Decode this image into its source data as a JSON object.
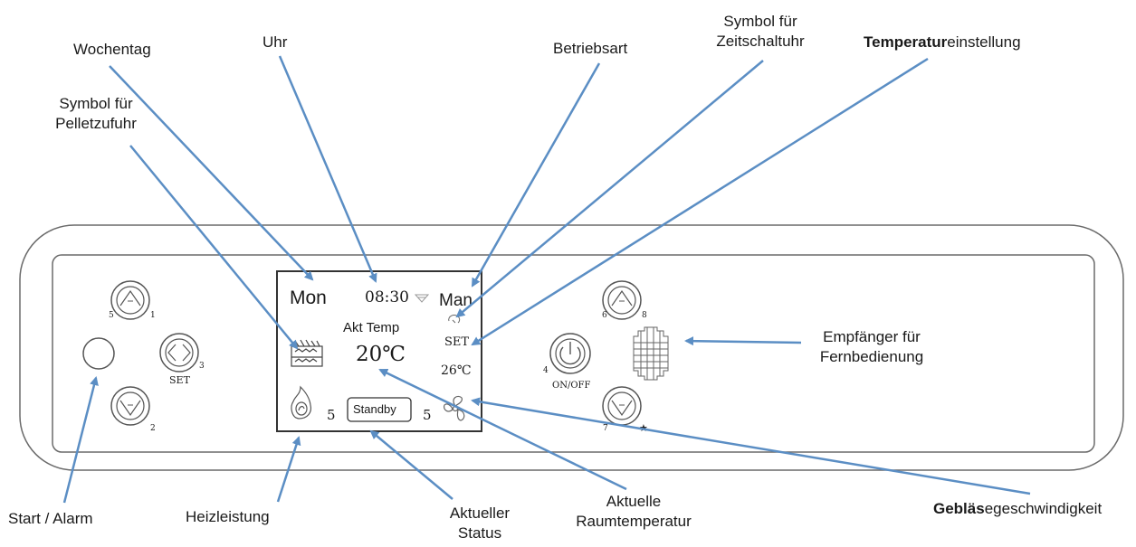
{
  "labels": {
    "wochentag": "Wochentag",
    "uhr": "Uhr",
    "pellet_line1": "Symbol für",
    "pellet_line2": "Pelletzufuhr",
    "betriebsart": "Betriebsart",
    "zeitschalt_line1": "Symbol für",
    "zeitschalt_line2": "Zeitschaltuhr",
    "temp_bold": "Temperatur",
    "temp_rest": "einstellung",
    "empf_line1": "Empfänger für",
    "empf_line2": "Fernbedienung",
    "start_alarm": "Start / Alarm",
    "heizleistung": "Heizleistung",
    "status_line1": "Aktueller",
    "status_line2": "Status",
    "raum_line1": "Aktuelle",
    "raum_line2": "Raumtemperatur",
    "geblaese_bold": "Gebläs",
    "geblaese_rest": "egeschwindigkeit"
  },
  "display": {
    "weekday": "Mon",
    "clock": "08:30",
    "mode": "Man",
    "akt_temp_label": "Akt Temp",
    "room_temp": "20℃",
    "set_label": "SET",
    "set_temp": "26℃",
    "status": "Standby",
    "power_level": "5",
    "fan_level": "5"
  },
  "buttons": {
    "left_up_num_left": "5",
    "left_up_num_right": "1",
    "left_right_num": "3",
    "set_label": "SET",
    "left_down_num": "2",
    "right_up_num_left": "6",
    "right_up_num_right": "8",
    "onoff_num": "4",
    "onoff_label": "ON/OFF",
    "right_down_num_left": "7",
    "right_down_star": "★"
  },
  "colors": {
    "arrow": "#5b8ec4",
    "outline": "#444444"
  }
}
